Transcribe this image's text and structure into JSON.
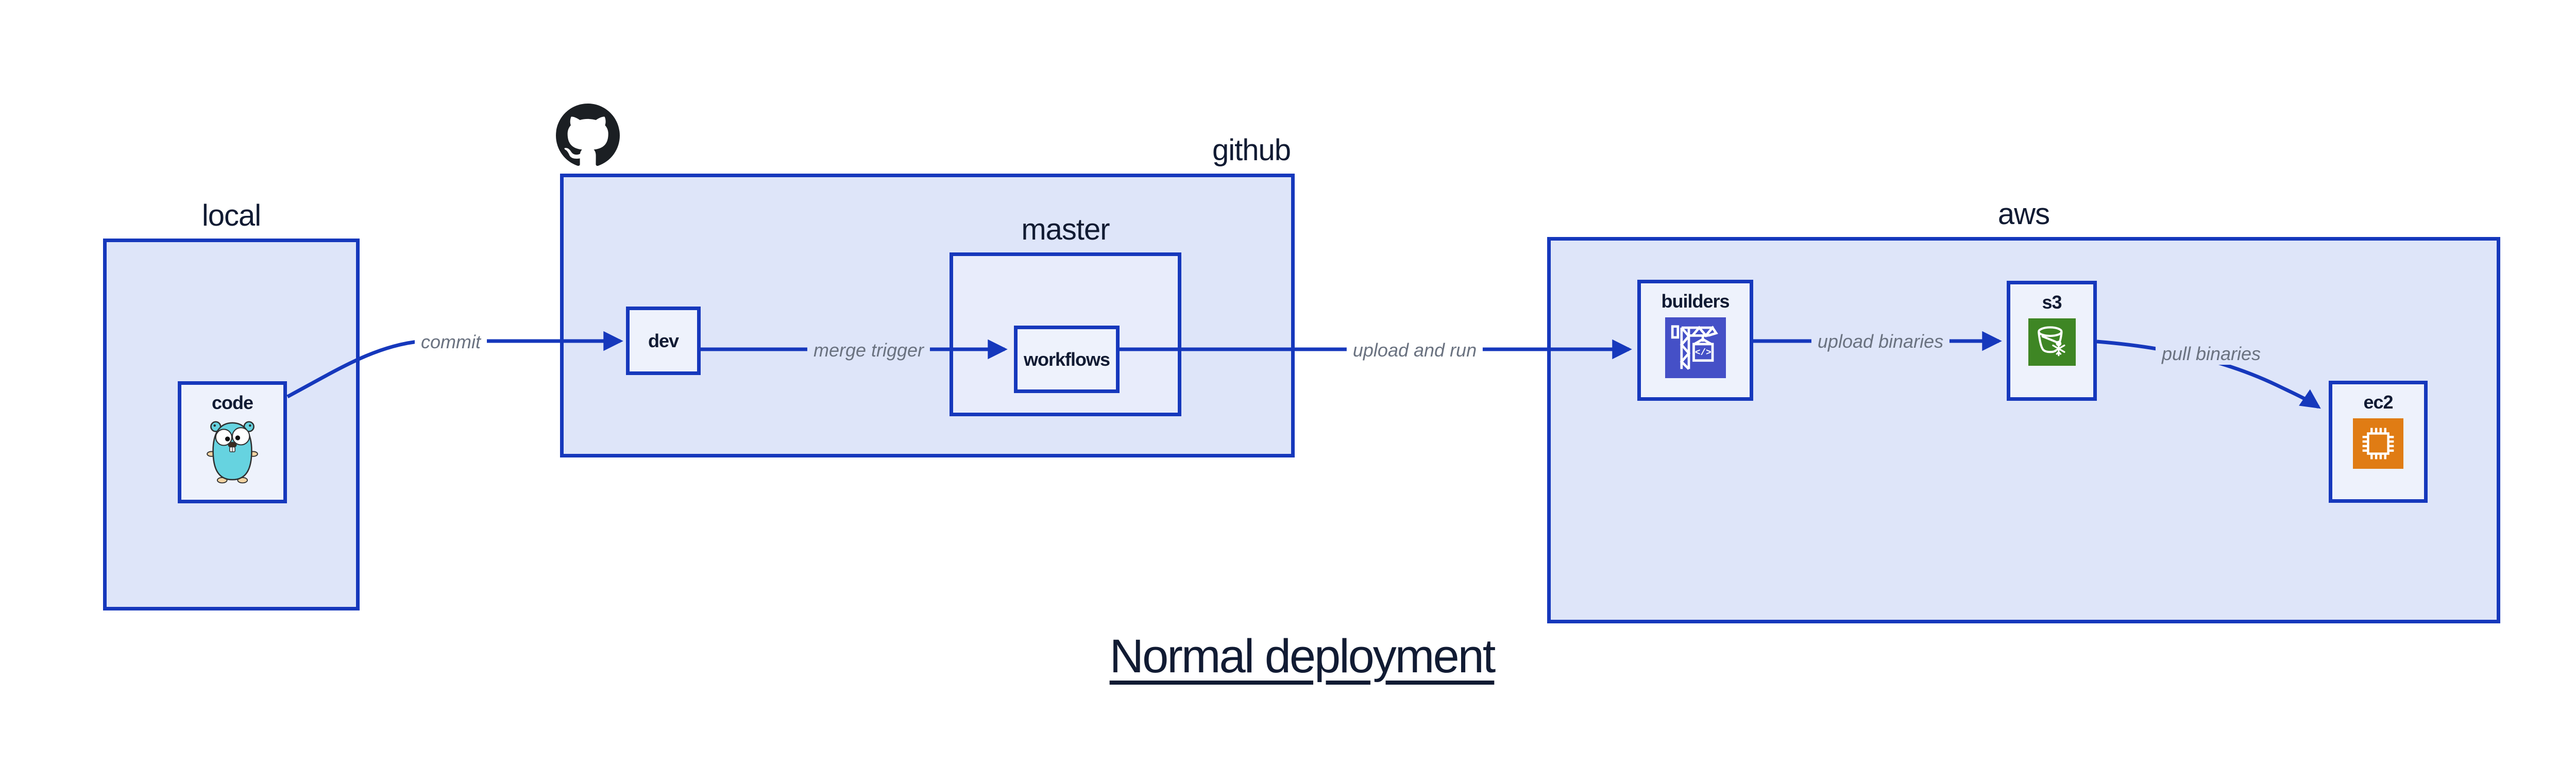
{
  "diagram": {
    "title": "Normal deployment",
    "containers": {
      "local": {
        "label": "local"
      },
      "github": {
        "label": "github"
      },
      "master": {
        "label": "master"
      },
      "aws": {
        "label": "aws"
      }
    },
    "nodes": {
      "code": {
        "label": "code",
        "icon": "go-gopher-icon"
      },
      "dev": {
        "label": "dev"
      },
      "workflows": {
        "label": "workflows"
      },
      "builders": {
        "label": "builders",
        "icon": "aws-codebuild-crane-icon"
      },
      "s3": {
        "label": "s3",
        "icon": "aws-s3-glacier-bucket-icon"
      },
      "ec2": {
        "label": "ec2",
        "icon": "aws-ec2-chip-icon"
      }
    },
    "edges": {
      "commit": {
        "label": "commit",
        "from": "code",
        "to": "dev"
      },
      "merge_trigger": {
        "label": "merge trigger",
        "from": "dev",
        "to": "workflows"
      },
      "upload_and_run": {
        "label": "upload and run",
        "from": "workflows",
        "to": "builders"
      },
      "upload_binaries": {
        "label": "upload binaries",
        "from": "builders",
        "to": "s3"
      },
      "pull_binaries": {
        "label": "pull binaries",
        "from": "s3",
        "to": "ec2"
      }
    },
    "colors": {
      "stroke_blue": "#1638bc",
      "container_fill": "#dee5f9",
      "node_fill": "#eef2fc",
      "label_dark": "#111b33",
      "edge_label_gray": "#6a7280",
      "codebuild_icon_bg": "#4550c7",
      "glacier_icon_bg": "#3e8624",
      "ec2_icon_bg": "#e07c14",
      "github_logo_black": "#1b1f23",
      "gopher_teal": "#66d3e0"
    }
  }
}
